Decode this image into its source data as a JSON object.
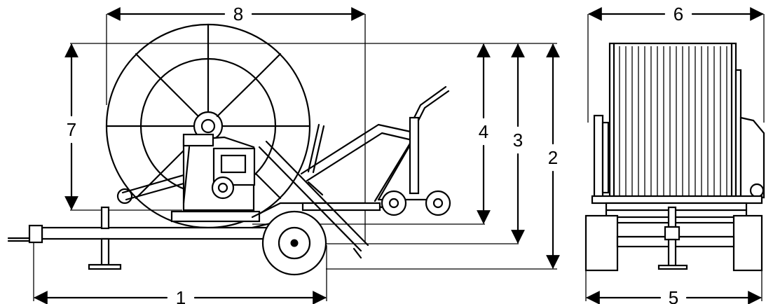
{
  "dimensions": {
    "d1": "1",
    "d2": "2",
    "d3": "3",
    "d4": "4",
    "d5": "5",
    "d6": "6",
    "d7": "7",
    "d8": "8"
  }
}
